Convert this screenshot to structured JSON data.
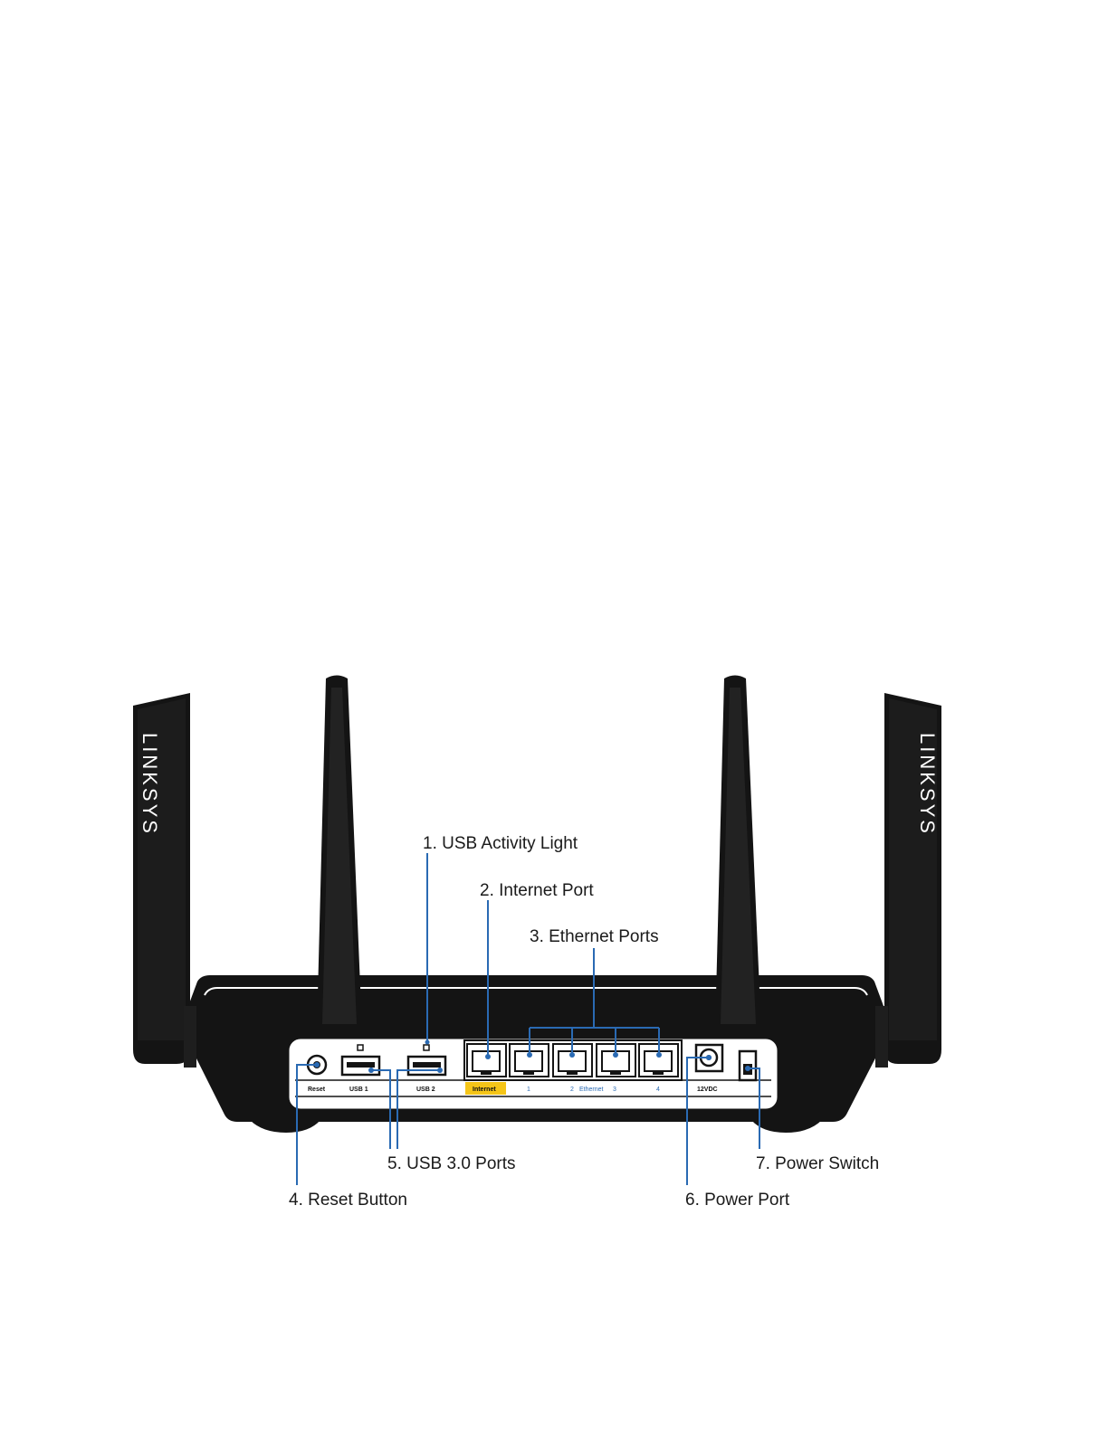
{
  "brand": "LINKSYS",
  "callouts": {
    "c1": "1. USB Activity Light",
    "c2": "2. Internet Port",
    "c3": "3. Ethernet Ports",
    "c4": "4. Reset Button",
    "c5": "5. USB 3.0 Ports",
    "c6": "6. Power Port",
    "c7": "7. Power Switch"
  },
  "panel_labels": {
    "reset": "Reset",
    "usb1": "USB 1",
    "usb2": "USB 2",
    "internet": "Internet",
    "eth1": "1",
    "eth2": "2",
    "ethernet": "Ethernet",
    "eth3": "3",
    "eth4": "4",
    "power": "12VDC"
  },
  "colors": {
    "leader": "#2a6ab3",
    "internet_highlight": "#f5c518",
    "router_body": "#141414"
  }
}
